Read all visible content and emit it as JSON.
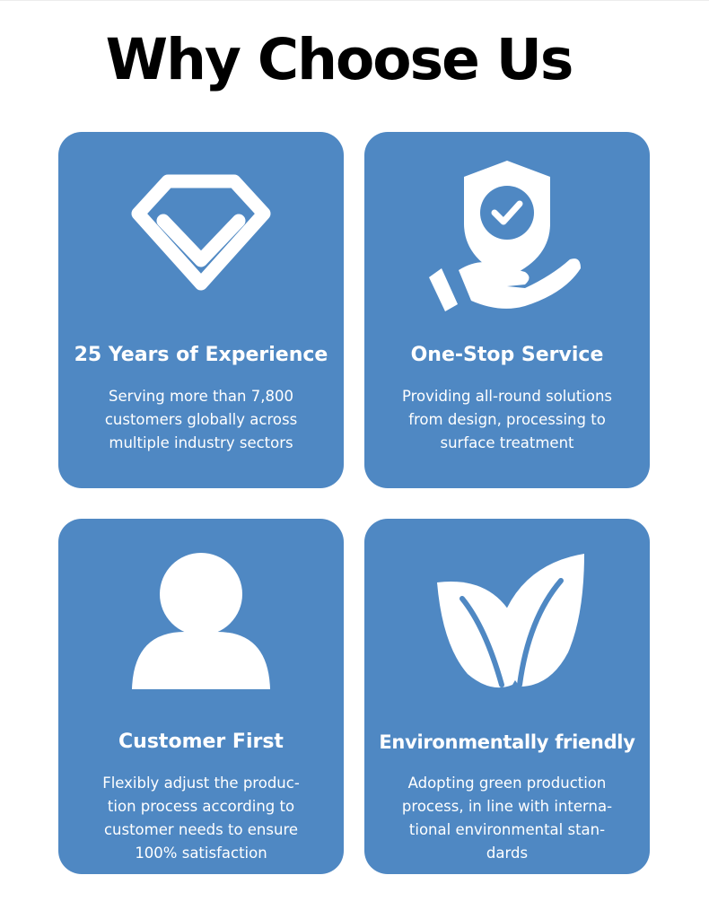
{
  "title": "Why Choose Us",
  "colors": {
    "card_bg": "#4f88c3",
    "text_on_card": "#ffffff",
    "title": "#000000"
  },
  "cards": [
    {
      "icon": "diamond-check-icon",
      "heading": "25 Years of Experience",
      "description": "Serving more than 7,800 customers globally across multiple industry sectors"
    },
    {
      "icon": "hand-shield-check-icon",
      "heading": "One-Stop Service",
      "description": "Providing all-round solutions from design, processing to surface treatment"
    },
    {
      "icon": "person-icon",
      "heading": "Customer First",
      "description": "Flexibly adjust the produc-tion process according to customer needs to ensure 100% satisfaction"
    },
    {
      "icon": "leaves-icon",
      "heading": "Environmentally friendly",
      "description": "Adopting green production process, in line with interna-tional environmental stan-dards"
    }
  ]
}
